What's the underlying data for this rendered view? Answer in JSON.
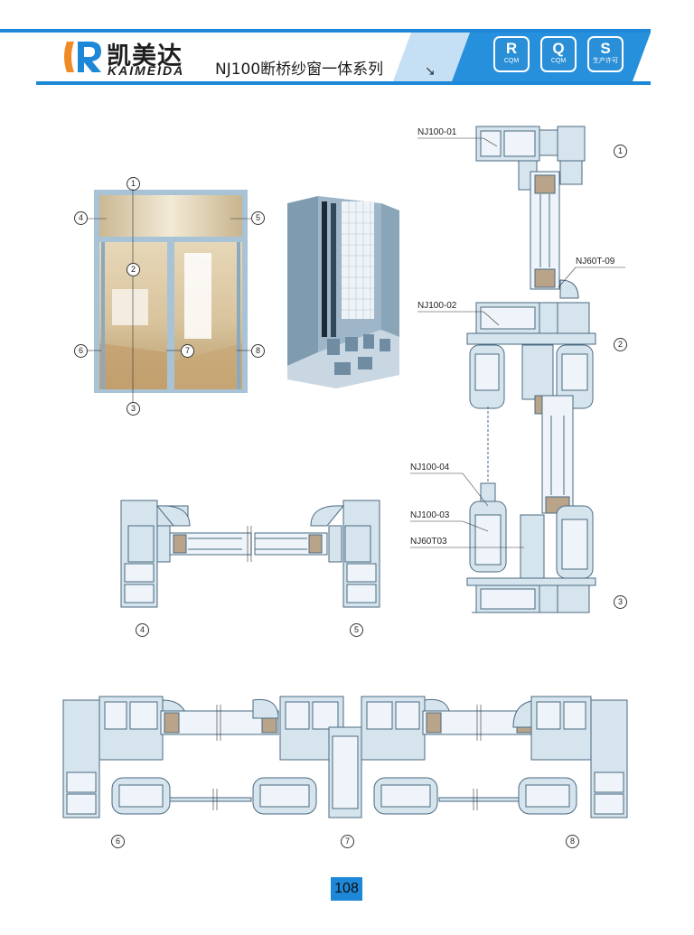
{
  "header": {
    "brand_cn": "凯美达",
    "brand_en": "KAIMEIDA",
    "series_title": "NJ100断桥纱窗一体系列",
    "arrow": "↘",
    "certs": [
      {
        "mark": "R",
        "text": "CQM",
        "icon": "r-cqm-cert-icon"
      },
      {
        "mark": "Q",
        "text": "CQM",
        "icon": "q-cqm-cert-icon"
      },
      {
        "mark": "S",
        "text": "生产许可",
        "icon": "production-license-icon"
      }
    ]
  },
  "window_callouts": [
    "1",
    "2",
    "3",
    "4",
    "5",
    "6",
    "7",
    "8"
  ],
  "section_labels": {
    "p01": "NJ100-01",
    "p02": "NJ100-02",
    "p03": "NJ100-03",
    "p04": "NJ100-04",
    "t09": "NJ60T-09",
    "t03": "NJ60T03"
  },
  "section_numbers": {
    "s1": "1",
    "s2": "2",
    "s3": "3",
    "s4": "4",
    "s5": "5",
    "s6": "6",
    "s7": "7",
    "s8": "8"
  },
  "page_number": "108",
  "colors": {
    "brand_blue": "#1e88d8",
    "profile_fill": "#d6e4ee",
    "profile_stroke": "#4a6a80"
  }
}
